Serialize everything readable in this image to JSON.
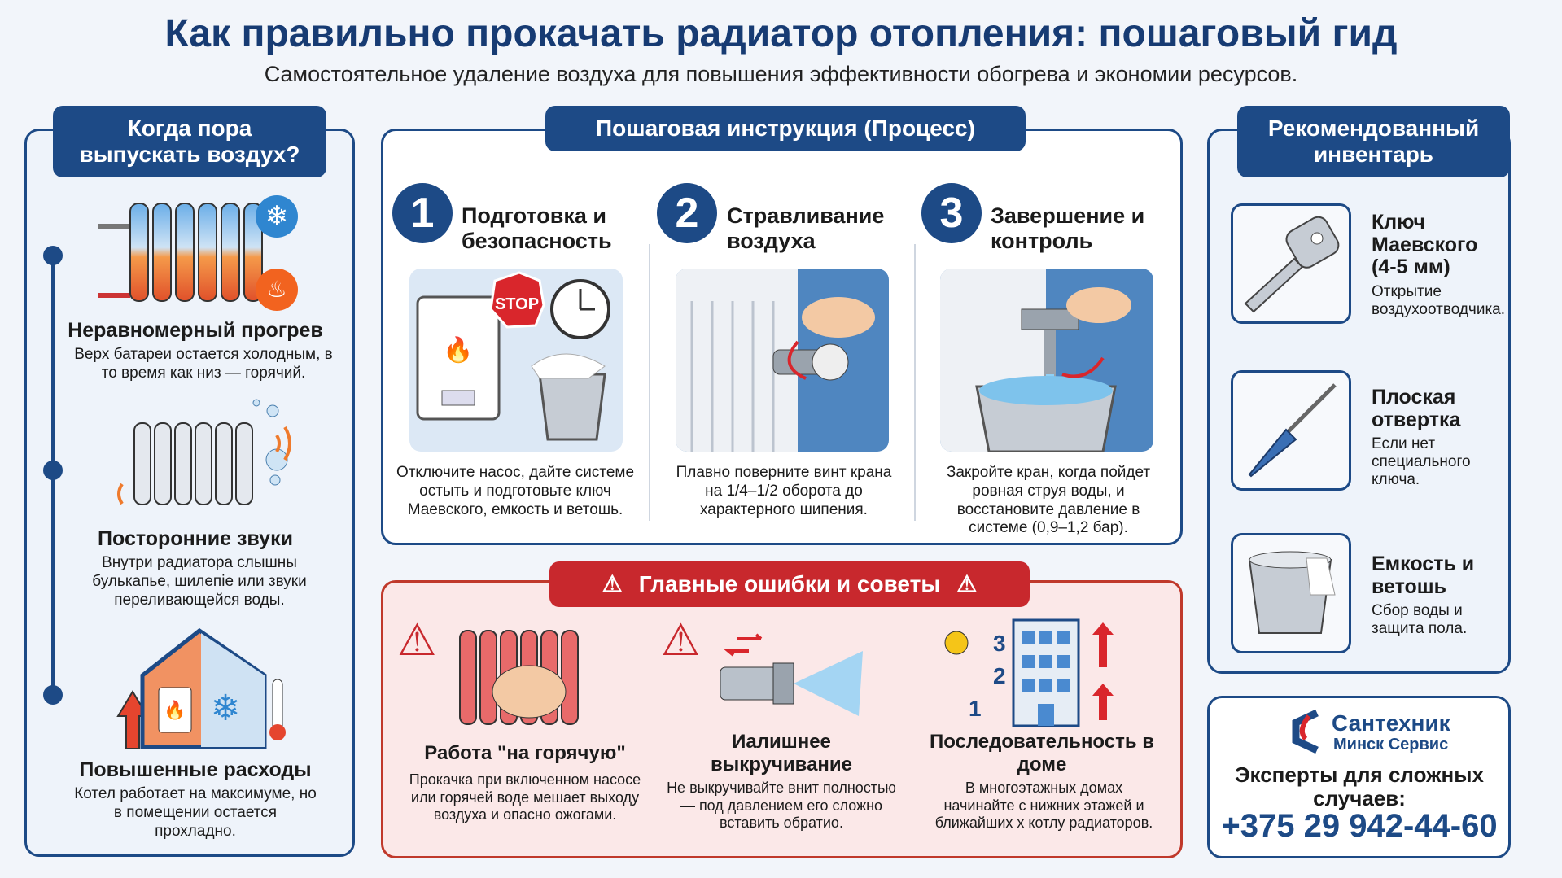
{
  "title": "Как правильно прокачать радиатор отопления: пошаговый гид",
  "subtitle": "Самостоятельное удаление воздуха для повышения эффективности обогрева и экономии ресурсов.",
  "left": {
    "header": "Когда пора выпускать воздух?",
    "items": [
      {
        "title": "Неравномерный прогрев",
        "text": "Верх батареи остается холодным, в то время как низ — горячий."
      },
      {
        "title": "Посторонние звуки",
        "text": "Внутри радиатора слышны булькапье, шилепіе или звуки переливающейся воды."
      },
      {
        "title": "Повышенные расходы",
        "text": "Котел работает на максимуме, но в помещении остается прохладно."
      }
    ]
  },
  "process": {
    "header": "Пошаговая инструкция (Процесс)",
    "steps": [
      {
        "num": "1",
        "title": "Подготовка и безопасность",
        "text": "Отключите насос, дайте системе остыть и подготовьте ключ Маевского, емкость и ветошь.",
        "stop": "STOP"
      },
      {
        "num": "2",
        "title": "Стравливание воздуха",
        "text": "Плавно поверните винт крана на 1/4–1/2 оборота до характерного шипения."
      },
      {
        "num": "3",
        "title": "Завершение и контроль",
        "text": "Закройте кран, когда пойдет ровная струя воды, и восстановите давление в системе (0,9–1,2 бар)."
      }
    ]
  },
  "mistakes": {
    "header": "Главные ошибки и советы",
    "items": [
      {
        "title": "Работа \"на горячую\"",
        "text": "Прокачка при включенном насосе или горячей воде мешает выходу воздуха и опасно ожогами."
      },
      {
        "title": "Иалишнее выкручивание",
        "text": "Не выкручивайте внит полностью — под давлением его сложно вставить обратио."
      },
      {
        "title": "Последовательность в доме",
        "text": "В многоэтажных домах начинайте с нижних этажей и ближайших х котлу радиаторов.",
        "floors": [
          "3",
          "2",
          "1"
        ]
      }
    ]
  },
  "tools": {
    "header": "Рекомендованный инвентарь",
    "items": [
      {
        "title": "Ключ Маевского (4-5 мм)",
        "text": "Открытие воздухоотводчика."
      },
      {
        "title": "Плоская отвертка",
        "text": "Если нет специального ключа."
      },
      {
        "title": "Емкость и ветошь",
        "text": "Сбор воды и защита пола."
      }
    ]
  },
  "contact": {
    "brand": "Сантехник",
    "brand_sub": "Минск Сервис",
    "tagline": "Эксперты для сложных случаев:",
    "phone": "+375 29 942-44-60"
  },
  "colors": {
    "navy": "#1d4a86",
    "red": "#c8282d",
    "pink": "#fbe8e8"
  }
}
